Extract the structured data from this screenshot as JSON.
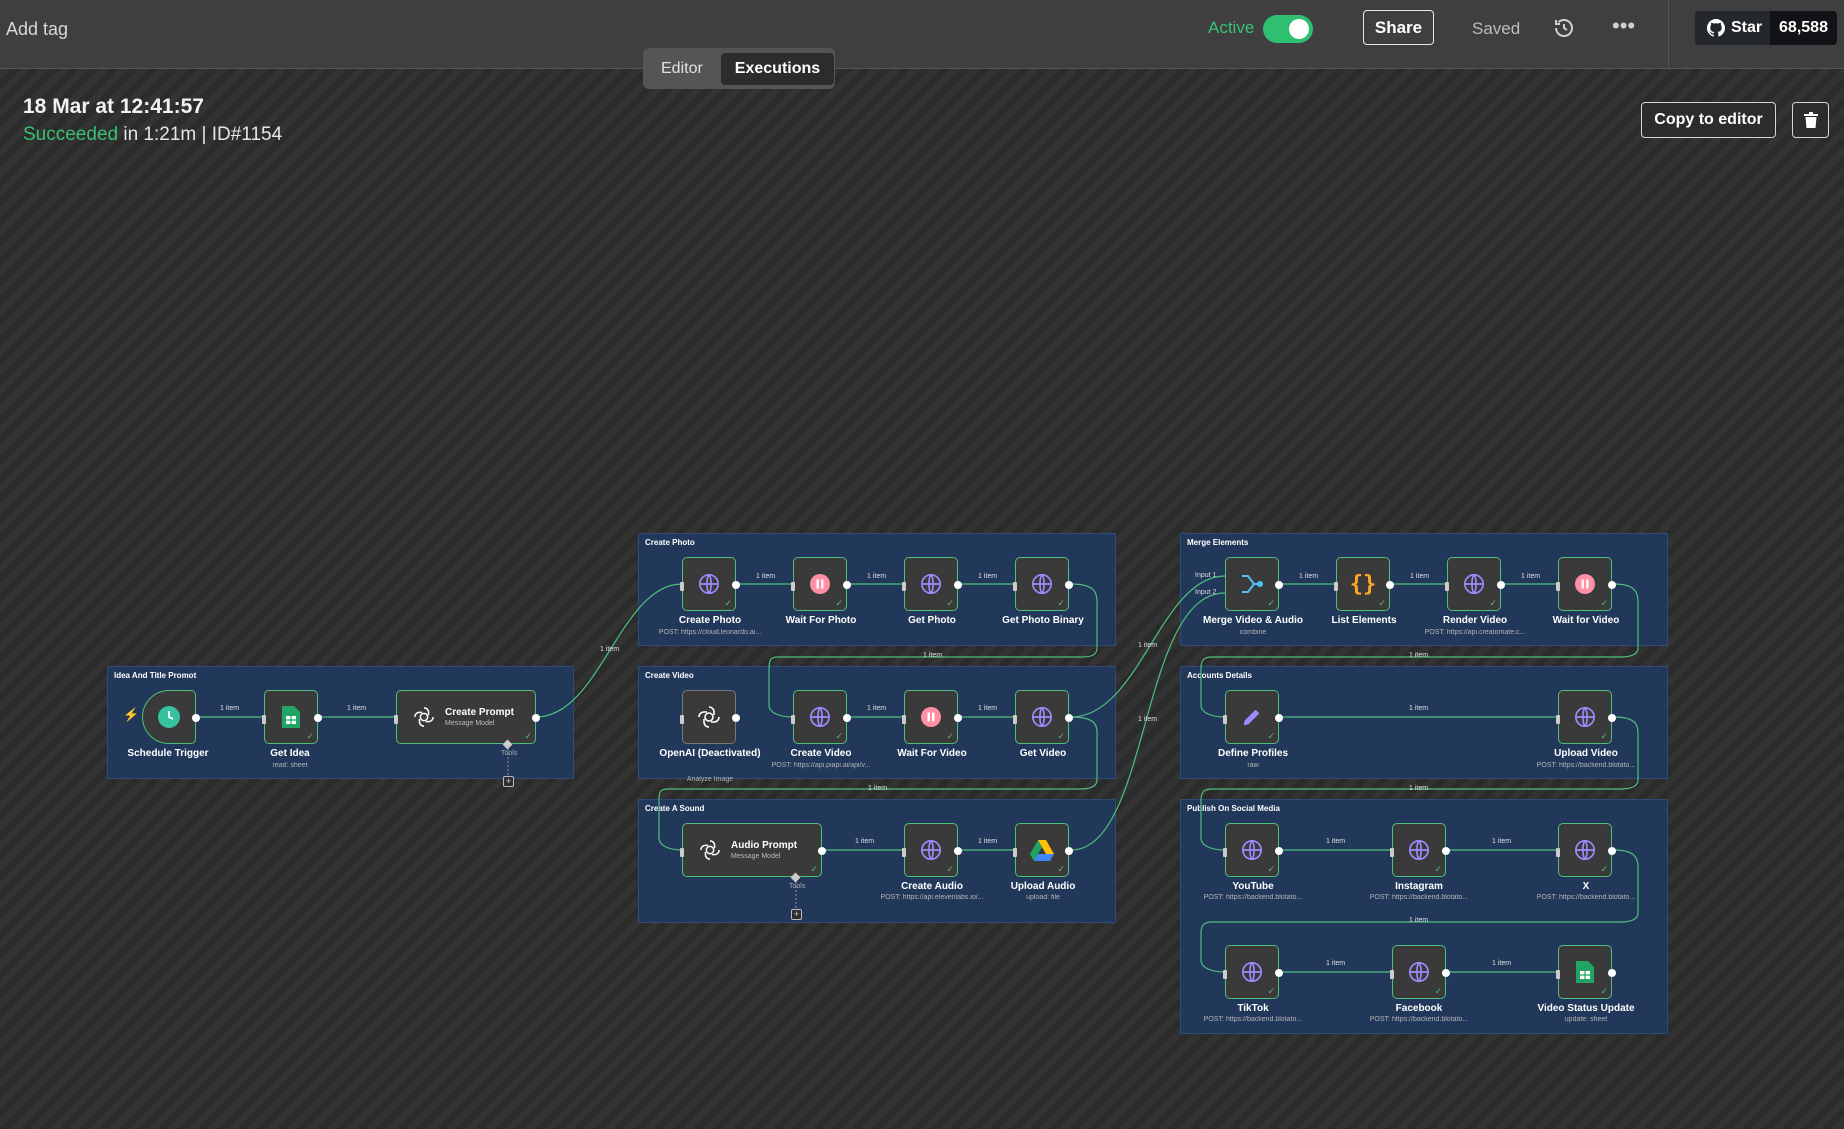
{
  "header": {
    "add_tag": "Add tag",
    "active_label": "Active",
    "share": "Share",
    "saved": "Saved",
    "github_star": "Star",
    "github_count": "68,588",
    "tabs": [
      "Editor",
      "Executions"
    ],
    "selected_tab": "Executions"
  },
  "execution": {
    "date": "18 Mar at 12:41:57",
    "status": "Succeeded",
    "detail": " in 1:21m | ID#1154",
    "copy_to_editor": "Copy to editor"
  },
  "colors": {
    "success": "#38c172",
    "group_bg": "#21385a",
    "node_border": "#4fbf7c",
    "bg": "#2f2f2f"
  },
  "groups": {
    "idea": "Idea And Title Promot",
    "photo": "Create Photo",
    "video": "Create Video",
    "sound": "Create A Sound",
    "merge": "Merge Elements",
    "accounts": "Accounts Details",
    "publish": "Publish On Social Media"
  },
  "nodes": {
    "schedule": {
      "label": "Schedule Trigger",
      "icon": "clock-icon"
    },
    "get_idea": {
      "label": "Get Idea",
      "sub": "read: sheet",
      "icon": "sheets-icon"
    },
    "create_prompt": {
      "label": "Create Prompt",
      "sub": "Message Model",
      "icon": "openai-icon"
    },
    "create_photo": {
      "label": "Create Photo",
      "sub": "POST: https://cloud.leonardo.ai...",
      "icon": "globe-icon"
    },
    "wait_photo": {
      "label": "Wait For Photo",
      "icon": "pause-icon"
    },
    "get_photo": {
      "label": "Get Photo",
      "icon": "globe-icon"
    },
    "get_photo_binary": {
      "label": "Get Photo Binary",
      "icon": "globe-icon"
    },
    "openai": {
      "label": "OpenAI (Deactivated)",
      "sub": "Analyze Image",
      "icon": "openai-icon"
    },
    "create_video": {
      "label": "Create Video",
      "sub": "POST: https://api.piapi.ai/api/v...",
      "icon": "globe-icon"
    },
    "wait_video": {
      "label": "Wait For Video",
      "icon": "pause-icon"
    },
    "get_video": {
      "label": "Get Video",
      "icon": "globe-icon"
    },
    "audio_prompt": {
      "label": "Audio Prompt",
      "sub": "Message Model",
      "icon": "openai-icon"
    },
    "create_audio": {
      "label": "Create Audio",
      "sub": "POST: https://api.elevenlabs.io/...",
      "icon": "globe-icon"
    },
    "upload_audio": {
      "label": "Upload Audio",
      "sub": "upload: file",
      "icon": "drive-icon"
    },
    "merge_video_audio": {
      "label": "Merge Video & Audio",
      "sub": "combine",
      "icon": "merge-icon"
    },
    "list_elements": {
      "label": "List Elements",
      "icon": "braces-icon"
    },
    "render_video": {
      "label": "Render Video",
      "sub": "POST: https://api.creatomate.c...",
      "icon": "globe-icon"
    },
    "wait_for_video": {
      "label": "Wait for Video",
      "icon": "pause-icon"
    },
    "define_profiles": {
      "label": "Define Profiles",
      "sub": "raw",
      "icon": "pen-icon"
    },
    "upload_video": {
      "label": "Upload Video",
      "sub": "POST: https://backend.blotato...",
      "icon": "globe-icon"
    },
    "youtube": {
      "label": "YouTube",
      "sub": "POST: https://backend.blotato...",
      "icon": "globe-icon"
    },
    "instagram": {
      "label": "Instagram",
      "sub": "POST: https://backend.blotato...",
      "icon": "globe-icon"
    },
    "x": {
      "label": "X",
      "sub": "POST: https://backend.blotato...",
      "icon": "globe-icon"
    },
    "tiktok": {
      "label": "TikTok",
      "sub": "POST: https://backend.blotato...",
      "icon": "globe-icon"
    },
    "facebook": {
      "label": "Facebook",
      "sub": "POST: https://backend.blotato...",
      "icon": "globe-icon"
    },
    "video_status": {
      "label": "Video Status Update",
      "sub": "update: sheet",
      "icon": "sheets-icon"
    }
  },
  "edge_label": "1 item",
  "tools_label": "Tools",
  "input_labels": [
    "Input 1",
    "Input 2"
  ]
}
